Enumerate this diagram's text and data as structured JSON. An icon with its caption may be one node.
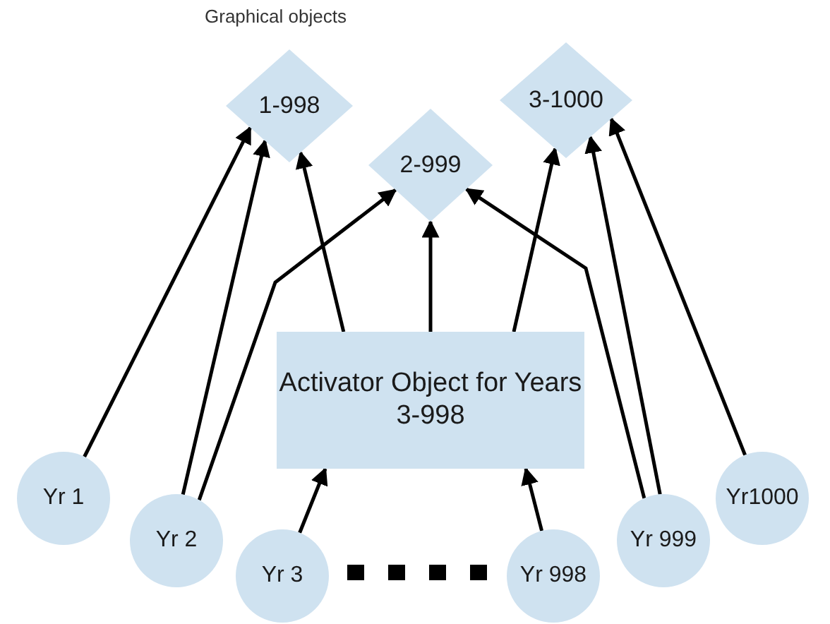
{
  "diagram": {
    "nodes": [
      {
        "text": [
          "1-998"
        ]
      },
      {
        "text": [
          "2-999"
        ]
      },
      {
        "text": [
          "3-1000"
        ]
      },
      {
        "text": [
          "Activator Object for Years 3-998"
        ]
      },
      {
        "text": [
          "Yr 1"
        ]
      },
      {
        "text": [
          "Yr 2"
        ]
      },
      {
        "text": [
          "Yr 3"
        ]
      },
      {
        "text": [
          "Yr 998"
        ]
      },
      {
        "text": [
          "Yr 999"
        ]
      },
      {
        "text": [
          "Yr1000"
        ]
      }
    ],
    "edges": [
      {
        "from": 4,
        "to": 0,
        "arrow": "to"
      },
      {
        "from": 5,
        "to": 0,
        "arrow": "to"
      },
      {
        "from": 5,
        "to": 1,
        "arrow": "to"
      },
      {
        "from": 3,
        "to": 0,
        "arrow": "to"
      },
      {
        "from": 3,
        "to": 1,
        "arrow": "to"
      },
      {
        "from": 3,
        "to": 2,
        "arrow": "to"
      },
      {
        "from": 8,
        "to": 1,
        "arrow": "to"
      },
      {
        "from": 8,
        "to": 2,
        "arrow": "to"
      },
      {
        "from": 9,
        "to": 2,
        "arrow": "to"
      },
      {
        "from": 6,
        "to": 3,
        "arrow": "to"
      },
      {
        "from": 7,
        "to": 3,
        "arrow": "to"
      }
    ],
    "labels": [
      "Graphical objects"
    ]
  }
}
